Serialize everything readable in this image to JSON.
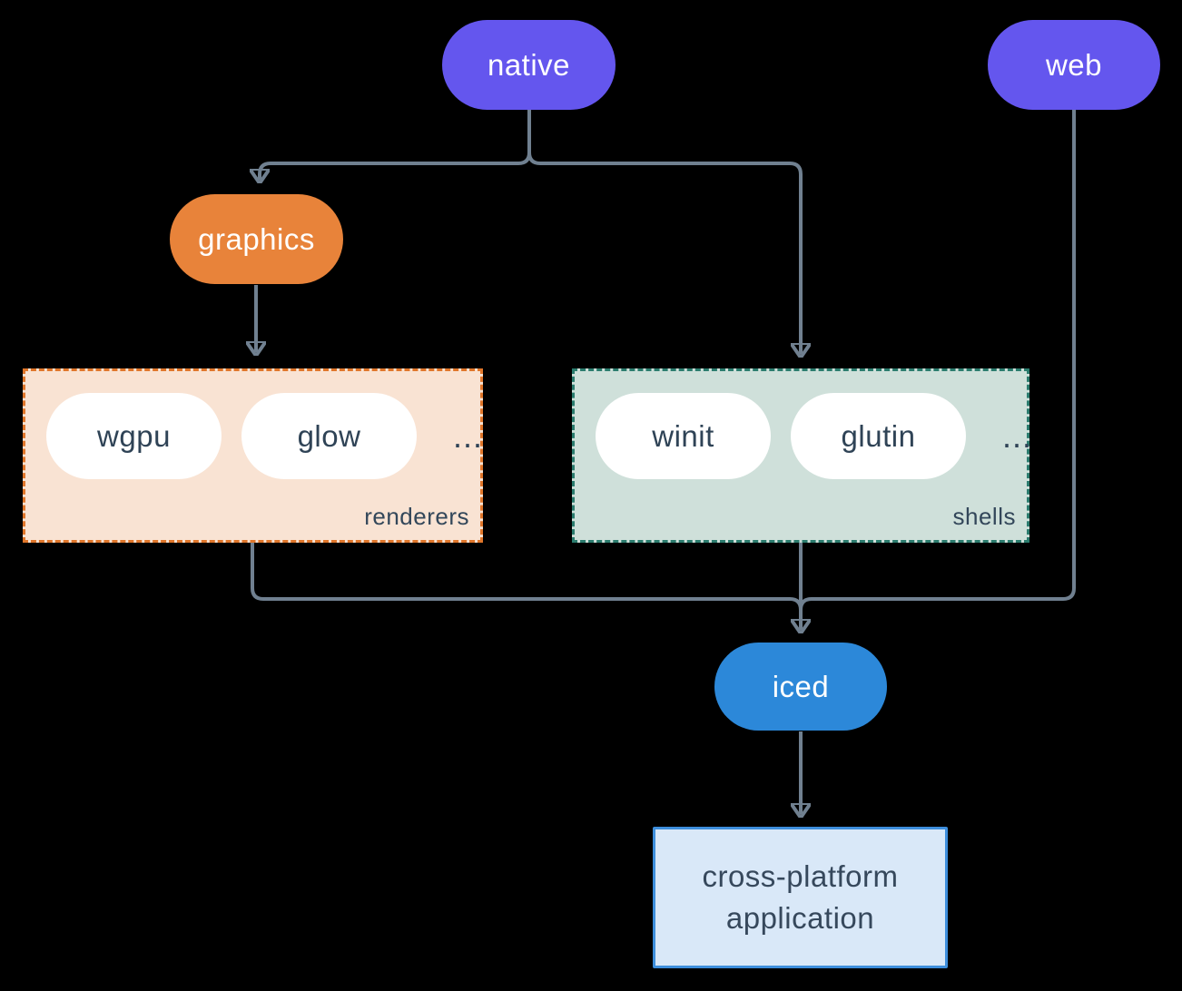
{
  "nodes": {
    "native": {
      "label": "native"
    },
    "web": {
      "label": "web"
    },
    "graphics": {
      "label": "graphics"
    },
    "iced": {
      "label": "iced"
    },
    "application": {
      "lines": [
        "cross-platform",
        "application"
      ]
    }
  },
  "groups": {
    "renderers": {
      "label": "renderers",
      "items": [
        "wgpu",
        "glow"
      ],
      "ellipsis": "..."
    },
    "shells": {
      "label": "shells",
      "items": [
        "winit",
        "glutin"
      ],
      "ellipsis": "..."
    }
  },
  "colors": {
    "background": "#000000",
    "connector": "#708090",
    "native_fill": "#6456ee",
    "web_fill": "#6456ee",
    "graphics_fill": "#e8833a",
    "iced_fill": "#2c88d9",
    "renderers_bg": "#f9e3d3",
    "renderers_border": "#e0762a",
    "shells_bg": "#cfe0da",
    "shells_border": "#2b7c6e",
    "application_bg": "#d9e8f8",
    "application_border": "#3d8edc",
    "dark_text": "#2f4356",
    "light_text": "#ffffff"
  }
}
